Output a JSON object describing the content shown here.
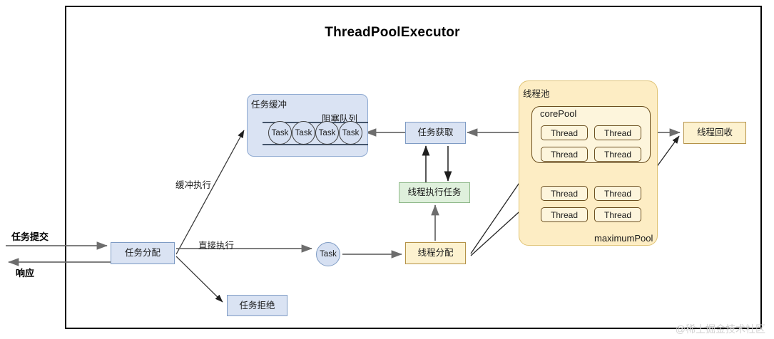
{
  "diagram": {
    "title": "ThreadPoolExecutor",
    "watermark": "@稀土掘金技术社区",
    "io": {
      "submit_label": "任务提交",
      "response_label": "响应"
    },
    "edge_labels": {
      "buffered_execute": "缓冲执行",
      "direct_execute": "直接执行"
    },
    "nodes": {
      "task_dispatch": "任务分配",
      "task_reject": "任务拒绝",
      "task_node": "Task",
      "thread_dispatch": "线程分配",
      "task_fetch": "任务获取",
      "thread_execute": "线程执行任务",
      "thread_recycle": "线程回收"
    },
    "buffer": {
      "panel_label": "任务缓冲",
      "queue_label": "阻塞队列",
      "tasks": [
        "Task",
        "Task",
        "Task",
        "Task"
      ]
    },
    "pool": {
      "panel_label": "线程池",
      "core_label": "corePool",
      "max_label": "maximumPool",
      "core_threads": [
        "Thread",
        "Thread",
        "Thread",
        "Thread"
      ],
      "max_threads": [
        "Thread",
        "Thread",
        "Thread",
        "Thread"
      ]
    },
    "colors": {
      "blue_fill": "#dae3f3",
      "blue_stroke": "#7e9bc4",
      "green_fill": "#dff0dc",
      "green_stroke": "#8fb98a",
      "yellow_fill": "#fdf2d0",
      "yellow_stroke": "#b59248",
      "pool_fill": "#fdedc4",
      "arrow_gray": "#6d6d6d",
      "arrow_dark": "#262626"
    }
  }
}
